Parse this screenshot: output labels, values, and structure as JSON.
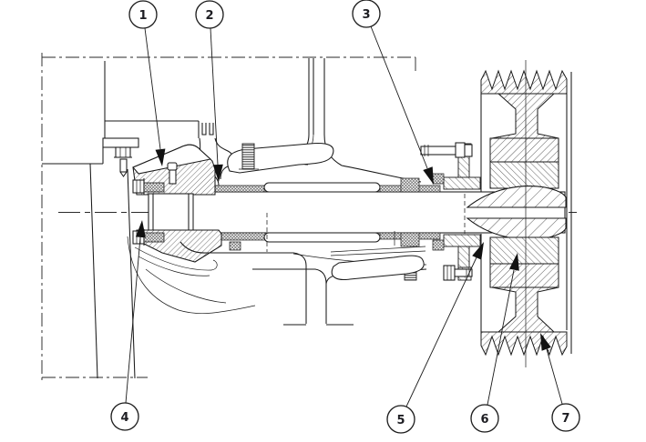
{
  "figure": {
    "callouts": [
      {
        "label": "1"
      },
      {
        "label": "2"
      },
      {
        "label": "3"
      },
      {
        "label": "4"
      },
      {
        "label": "5"
      },
      {
        "label": "6"
      },
      {
        "label": "7"
      }
    ],
    "colors": {
      "line": "#1a1a1a",
      "background": "#ffffff"
    }
  }
}
